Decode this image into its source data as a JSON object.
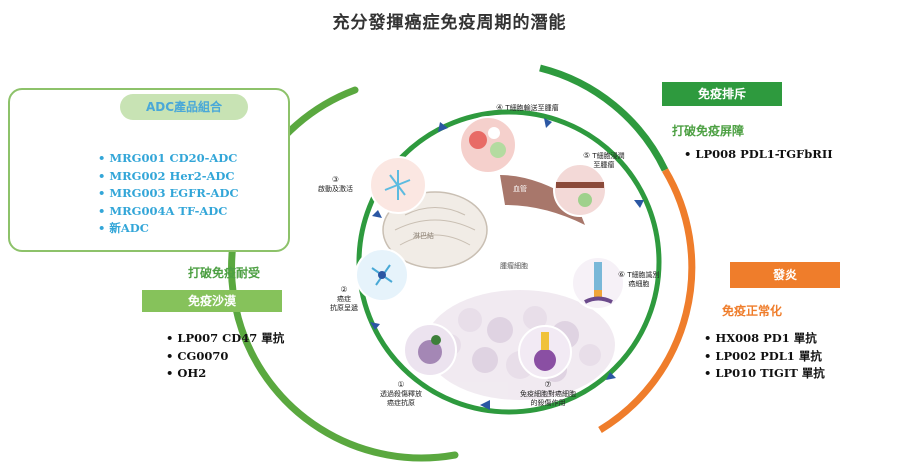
{
  "title": "充分發揮癌症免疫周期的潛能",
  "adc": {
    "header": "ADC產品組合",
    "items": [
      "MRG001 CD20-ADC",
      "MRG002 Her2-ADC",
      "MRG003 EGFR-ADC",
      "MRG004A TF-ADC",
      "新ADC"
    ]
  },
  "left": {
    "break_tolerance": "打破免疫耐受",
    "banner": "免疫沙漠",
    "items": [
      "LP007 CD47 單抗",
      "CG0070",
      "OH2"
    ]
  },
  "right_top": {
    "banner": "免疫排斥",
    "subtitle": "打破免疫屏障",
    "items": [
      "LP008 PDL1-TGFbRII"
    ]
  },
  "right_bottom": {
    "banner": "發炎",
    "subtitle": "免疫正常化",
    "items": [
      "HX008 PD1 單抗",
      "LP002 PDL1 單抗",
      "LP010 TIGIT 單抗"
    ]
  },
  "cycle": {
    "steps": [
      {
        "num": "①",
        "label": "透過殺傷釋放\n癌症抗原"
      },
      {
        "num": "②",
        "label": "癌症\n抗原呈遞"
      },
      {
        "num": "③",
        "label": "啟動及激活"
      },
      {
        "num": "④",
        "label": "T細胞輸送至腫瘤"
      },
      {
        "num": "⑤",
        "label": "T細胞浸潤\n至腫瘤"
      },
      {
        "num": "⑥",
        "label": "T細胞識別\n癌細胞"
      },
      {
        "num": "⑦",
        "label": "免疫細胞對癌細胞\n的殺傷作用"
      }
    ],
    "tags": {
      "lymph": "淋巴結",
      "vessel": "血管",
      "tumor": "腫瘤細胞"
    }
  },
  "colors": {
    "green": "#2e9a3e",
    "lime": "#86c25b",
    "orange": "#ef7d2b",
    "blue": "#33a6d8",
    "arrow": "#2b57a3"
  }
}
